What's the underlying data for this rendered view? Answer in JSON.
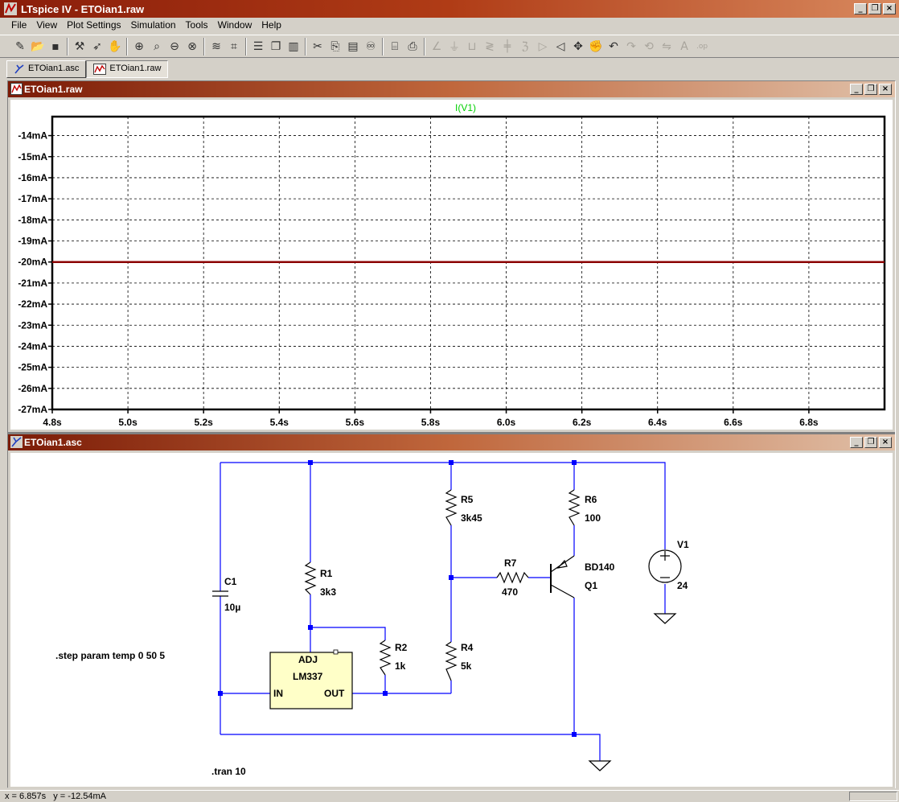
{
  "app": {
    "title": "LTspice IV - ETOian1.raw",
    "controls": {
      "minimize": "_",
      "restore": "❐",
      "close": "×"
    }
  },
  "menu": [
    "File",
    "View",
    "Plot Settings",
    "Simulation",
    "Tools",
    "Window",
    "Help"
  ],
  "toolbar_icons": [
    "new-schematic-icon",
    "open-icon",
    "save-icon",
    "sep",
    "control-panel-icon",
    "run-icon",
    "pan-hand-icon",
    "sep",
    "zoom-in-icon",
    "zoom-area-icon",
    "zoom-out-icon",
    "zoom-cancel-icon",
    "sep",
    "autorange-icon",
    "pick-visible-traces-icon",
    "sep",
    "tile-horizontal-icon",
    "cascade-icon",
    "tile-vertical-icon",
    "sep",
    "cut-icon",
    "copy-icon",
    "paste-icon",
    "find-icon",
    "sep",
    "print-preview-icon",
    "print-icon",
    "sep",
    "draw-wire-icon",
    "ground-icon",
    "label-net-icon",
    "resistor-icon",
    "capacitor-icon",
    "inductor-icon",
    "diode-icon",
    "component-icon",
    "move-icon",
    "drag-icon",
    "undo-icon",
    "redo-icon",
    "rotate-icon",
    "mirror-icon",
    "text-icon",
    "spice-directive-icon"
  ],
  "doc_tabs": [
    {
      "label": "ETOian1.asc",
      "icon": "schematic-icon",
      "active": false
    },
    {
      "label": "ETOian1.raw",
      "icon": "waveform-icon",
      "active": true
    }
  ],
  "waveform_window": {
    "title": "ETOian1.raw",
    "trace_color": "#8b0000",
    "label_color": "#00d000"
  },
  "chart_data": {
    "type": "line",
    "series": [
      {
        "name": "I(V1)",
        "x": [
          4.8,
          7.0
        ],
        "y": [
          -20,
          -20
        ]
      }
    ],
    "xlim": [
      4.8,
      7.0
    ],
    "ylim": [
      -27,
      -13.1
    ],
    "x_ticks": [
      4.8,
      5.0,
      5.2,
      5.4,
      5.6,
      5.8,
      6.0,
      6.2,
      6.4,
      6.6,
      6.8
    ],
    "x_tick_labels": [
      "4.8s",
      "5.0s",
      "5.2s",
      "5.4s",
      "5.6s",
      "5.8s",
      "6.0s",
      "6.2s",
      "6.4s",
      "6.6s",
      "6.8s"
    ],
    "y_ticks": [
      -14,
      -15,
      -16,
      -17,
      -18,
      -19,
      -20,
      -21,
      -22,
      -23,
      -24,
      -25,
      -26,
      -27
    ],
    "y_tick_labels": [
      "-14mA",
      "-15mA",
      "-16mA",
      "-17mA",
      "-18mA",
      "-19mA",
      "-20mA",
      "-21mA",
      "-22mA",
      "-23mA",
      "-24mA",
      "-25mA",
      "-26mA",
      "-27mA"
    ],
    "grid": true
  },
  "schematic_window": {
    "title": "ETOian1.asc",
    "wire_color": "#0000ff",
    "components": {
      "c1": {
        "name": "C1",
        "value": "10µ"
      },
      "r1": {
        "name": "R1",
        "value": "3k3"
      },
      "r2": {
        "name": "R2",
        "value": "1k"
      },
      "r4": {
        "name": "R4",
        "value": "5k"
      },
      "r5": {
        "name": "R5",
        "value": "3k45"
      },
      "r6": {
        "name": "R6",
        "value": "100"
      },
      "r7": {
        "name": "R7",
        "value": "470"
      },
      "v1": {
        "name": "V1",
        "value": "24"
      },
      "q1": {
        "name": "Q1",
        "value": "BD140"
      },
      "u1": {
        "name": "LM337",
        "pin_adj": "ADJ",
        "pin_in": "IN",
        "pin_out": "OUT"
      }
    },
    "directives": {
      "step": ".step param temp 0 50 5",
      "tran": ".tran 10"
    }
  },
  "status": {
    "x": "x = 6.857s",
    "y": "y = -12.54mA"
  }
}
